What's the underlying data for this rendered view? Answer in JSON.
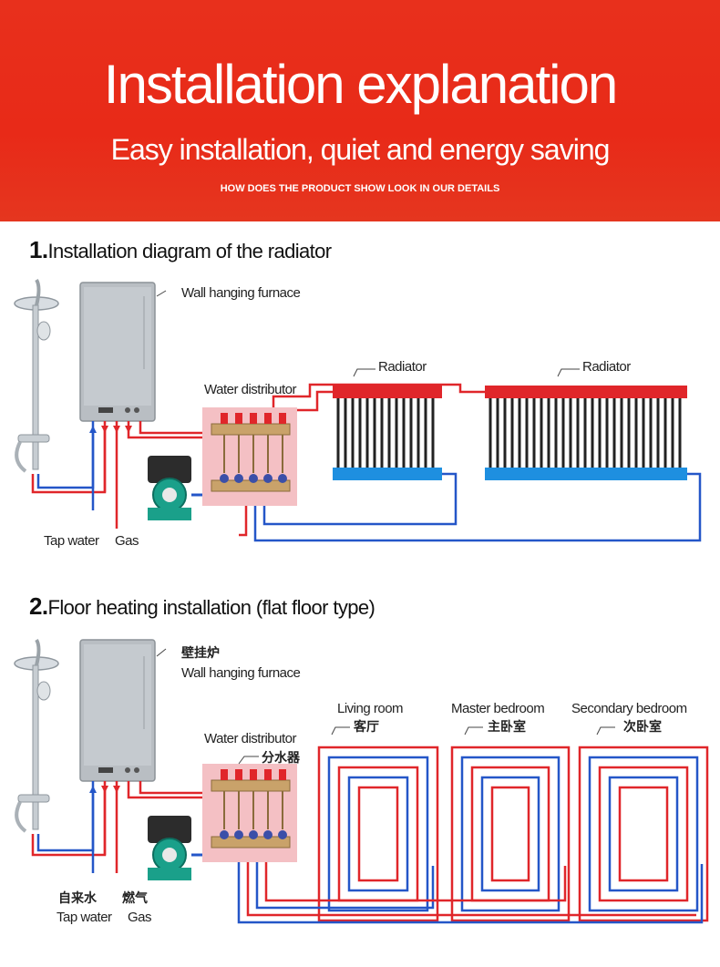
{
  "banner": {
    "title": "Installation explanation",
    "subtitle": "Easy installation, quiet and energy saving",
    "tagline": "HOW DOES THE PRODUCT SHOW LOOK IN OUR DETAILS"
  },
  "section1": {
    "number": "1.",
    "title": "Installation diagram of the radiator",
    "labels": {
      "furnace": "Wall hanging furnace",
      "distributor": "Water distributor",
      "radiator_left": "Radiator",
      "radiator_right": "Radiator",
      "tap_water": "Tap water",
      "gas": "Gas"
    }
  },
  "section2": {
    "number": "2.",
    "title": "Floor heating installation (flat floor type)",
    "labels": {
      "furnace_cn": "壁挂炉",
      "furnace": "Wall hanging furnace",
      "distributor": "Water distributor",
      "distributor_cn": "分水器",
      "living_room": "Living room",
      "living_room_cn": "客厅",
      "master_bedroom": "Master bedroom",
      "master_bedroom_cn": "主卧室",
      "secondary_bedroom": "Secondary bedroom",
      "secondary_bedroom_cn": "次卧室",
      "tap_water_cn": "自来水",
      "gas_cn": "燃气",
      "tap_water": "Tap water",
      "gas": "Gas"
    }
  },
  "colors": {
    "hot": "#e0262a",
    "cold": "#2456c8",
    "banner": "#e8301c",
    "radiator_top": "#e0262a",
    "radiator_bottom": "#1e8fe0"
  }
}
